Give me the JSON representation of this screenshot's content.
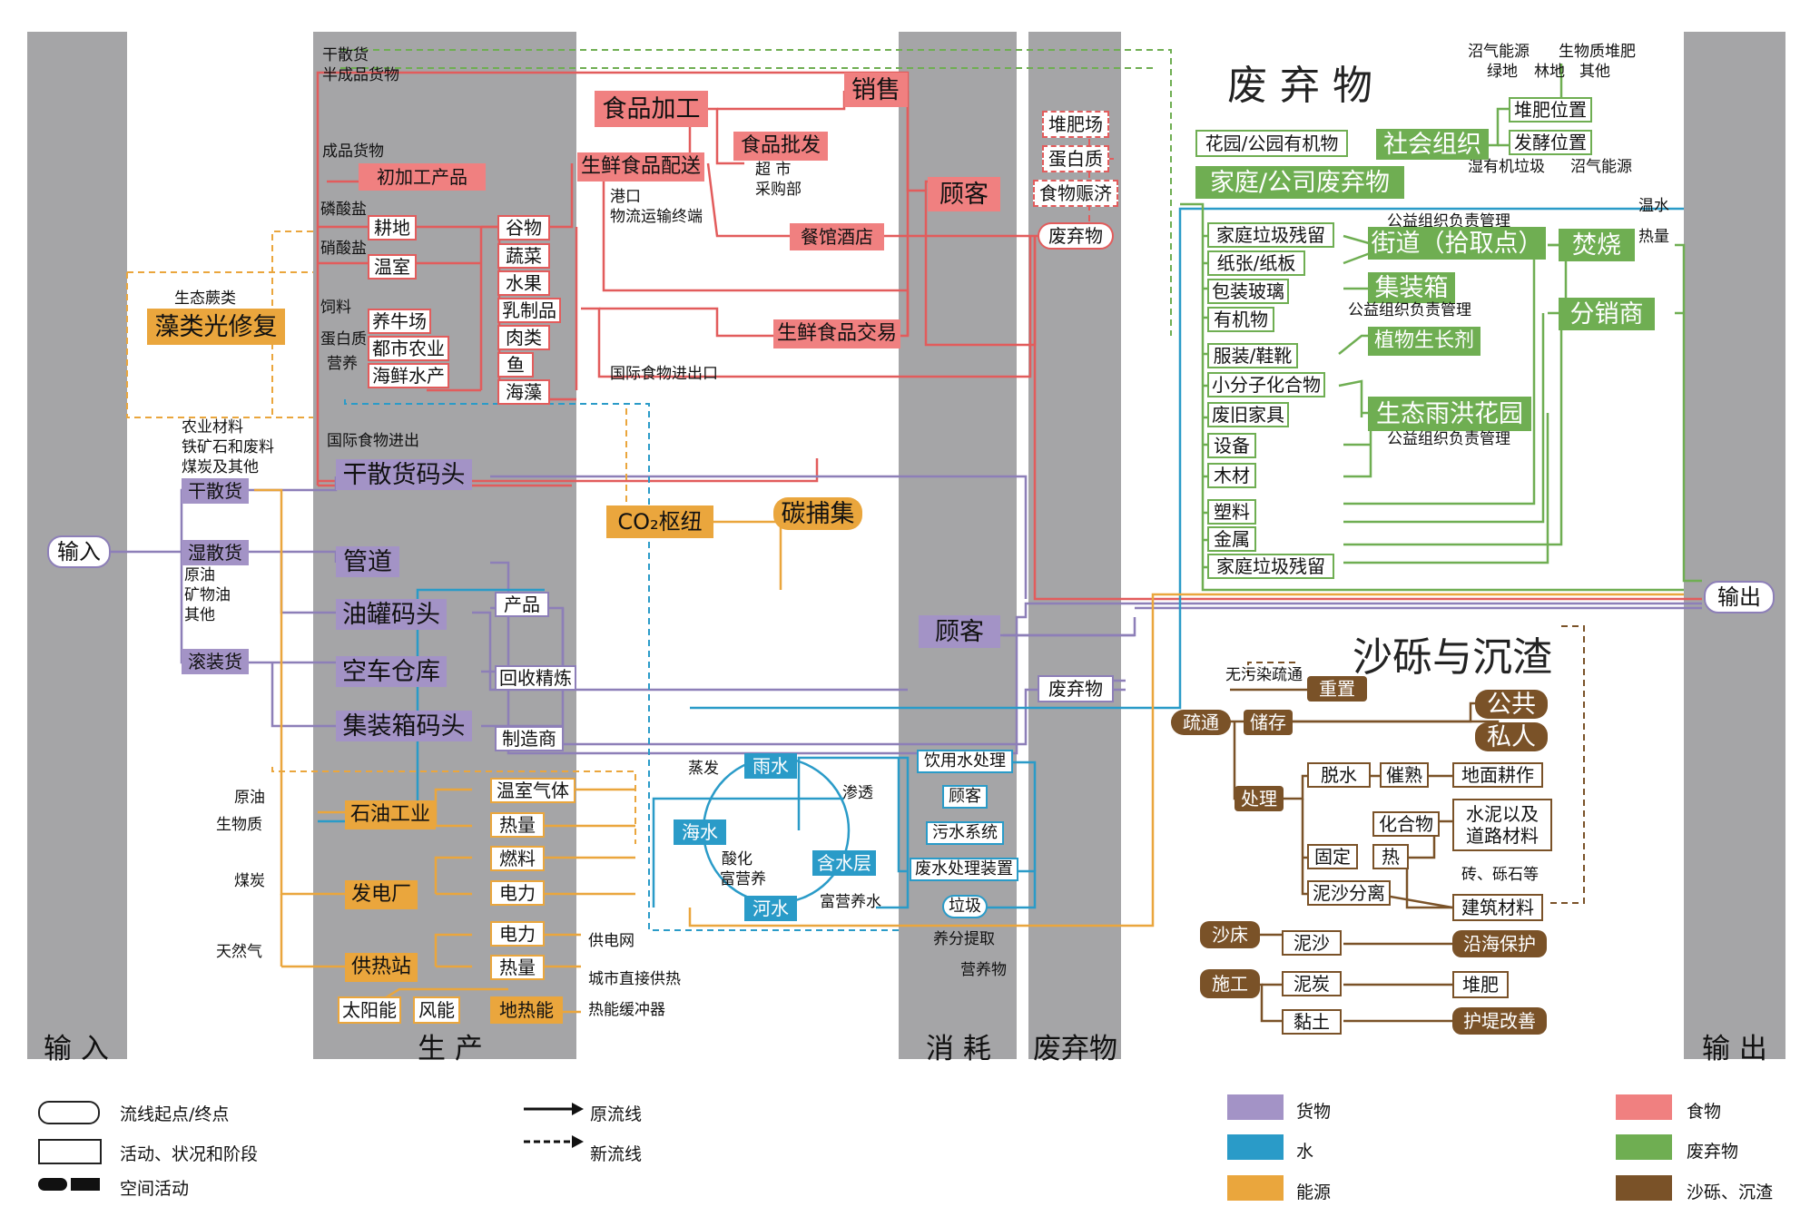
{
  "sections": {
    "input": "输 入",
    "production": "生 产",
    "consumption": "消 耗",
    "waste": "废弃物",
    "output": "输 出"
  },
  "titles": {
    "waste": "废 弃 物",
    "sediment": "沙砾与沉渣"
  },
  "io": {
    "input": "输入",
    "output": "输出"
  },
  "food": {
    "algae": "藻类光修复",
    "algae_label": "生态蕨类",
    "food_processing": "食品加工",
    "sales": "销售",
    "fresh_distribution": "生鲜食品配送",
    "food_wholesale": "食品批发",
    "supermarket": "超  市",
    "purchasing": "采购部",
    "port": "港口",
    "logistics": "物流运输终端",
    "restaurant": "餐馆酒店",
    "fresh_trade": "生鲜食品交易",
    "customer": "顾客",
    "intl_food": "国际食物进出口",
    "primary_products": "初加工产品",
    "bulk_dry": "干散货",
    "semi_finished": "半成品货物",
    "finished": "成品货物",
    "phosphate": "磷酸盐",
    "nitrate": "硝酸盐",
    "feed": "饲料",
    "protein": "蛋白质",
    "nutrition": "营养",
    "farmland": "耕地",
    "greenhouse": "温室",
    "livestock": "养牛场",
    "urban_ag": "都市农业",
    "seafood": "海鲜水产",
    "grain": "谷物",
    "vegetables": "蔬菜",
    "fruit": "水果",
    "dairy": "乳制品",
    "meat": "肉类",
    "fish": "鱼",
    "seaweed": "海藻",
    "compost_site": "堆肥场",
    "protein_node": "蛋白质",
    "food_aid": "食物赈济",
    "waste": "废弃物"
  },
  "goods": {
    "dry_bulk": "干散货",
    "wet_bulk": "湿散货",
    "roro": "滚装货",
    "dry_bulk_dock": "干散货码头",
    "pipeline": "管道",
    "tank_dock": "油罐码头",
    "empty_container": "空车仓库",
    "container_dock": "集装箱码头",
    "products": "产品",
    "recycle_refine": "回收精炼",
    "manufacturer": "制造商",
    "customer": "顾客",
    "waste": "废弃物",
    "intl_food_io": "国际食物进出",
    "ag_materials": "农业材料",
    "iron_ore": "铁矿石和废料",
    "coal_other": "煤炭及其他",
    "crude": "原油",
    "mineral_oil": "矿物油",
    "other": "其他"
  },
  "energy": {
    "co2_hub": "CO₂枢纽",
    "carbon_capture": "碳捕集",
    "petro": "石油工业",
    "power_plant": "发电厂",
    "heating": "供热站",
    "solar": "太阳能",
    "wind": "风能",
    "geothermal": "地热能",
    "gh_gas": "温室气体",
    "heat1": "热量",
    "fuel": "燃料",
    "electricity1": "电力",
    "electricity2": "电力",
    "heat2": "热量",
    "grid": "供电网",
    "city_heat": "城市直接供热",
    "heat_buffer": "热能缓冲器",
    "crude": "原油",
    "biomass": "生物质",
    "coal": "煤炭",
    "natgas": "天然气"
  },
  "water": {
    "rain": "雨水",
    "sea": "海水",
    "aquifer": "含水层",
    "river": "河水",
    "evaporation": "蒸发",
    "infiltration": "渗透",
    "acidify": "酸化",
    "eutro1": "富营养",
    "eutro2": "富营养水",
    "drinking": "饮用水处理",
    "customer": "顾客",
    "sewage": "污水系统",
    "wastewater": "废水处理装置",
    "garbage": "垃圾",
    "nutrient_extract": "养分提取",
    "nutrition_material": "营养物"
  },
  "waste_green": {
    "garden": "花园/公园有机物",
    "social_org": "社会组织",
    "household": "家庭/公司废弃物",
    "compost": "堆肥位置",
    "ferment": "发酵位置",
    "biogas1": "沼气能源",
    "bio_fert": "生物质堆肥",
    "green_land": "绿地",
    "forest": "林地",
    "other": "其他",
    "wet_organic": "湿有机垃圾",
    "biogas2": "沼气能源",
    "hh_residual1": "家庭垃圾残留",
    "paper": "纸张/纸板",
    "glass": "包装玻璃",
    "organic": "有机物",
    "clothing": "服装/鞋靴",
    "small_mol": "小分子化合物",
    "furniture": "废旧家具",
    "equipment": "设备",
    "wood": "木材",
    "plastic": "塑料",
    "metal": "金属",
    "hh_residual2": "家庭垃圾残留",
    "street": "街道（拾取点）",
    "container": "集装箱",
    "plant_growth": "植物生长剂",
    "rain_garden": "生态雨洪花园",
    "incinerate": "焚烧",
    "distributor": "分销商",
    "public_welfare1": "公益组织负责管理",
    "public_welfare2": "公益组织负责管理",
    "public_welfare3": "公益组织负责管理",
    "warm_water": "温水",
    "heat": "热量"
  },
  "sediment": {
    "clean_dredge": "无污染疏通",
    "reset": "重置",
    "dredge": "疏通",
    "storage": "储存",
    "public": "公共",
    "private": "私人",
    "process": "处理",
    "dewater": "脱水",
    "ripen": "催熟",
    "ground_farming": "地面耕作",
    "compound": "化合物",
    "cement": "水泥以及",
    "road": "道路材料",
    "fix": "固定",
    "heat": "热",
    "brick": "砖、砾石等",
    "sludge_sep": "泥沙分离",
    "building": "建筑材料",
    "sandbed": "沙床",
    "mud": "泥沙",
    "coast": "沿海保护",
    "construction": "施工",
    "peat": "泥炭",
    "compost": "堆肥",
    "clay": "黏土",
    "dike": "护堤改善"
  },
  "legend": {
    "start_end": "流线起点/终点",
    "activity": "活动、状况和阶段",
    "spatial": "空间活动",
    "original": "原流线",
    "new": "新流线",
    "goods": "货物",
    "water": "水",
    "energy": "能源",
    "food": "食物",
    "waste": "废弃物",
    "sediment": "沙砾、沉渣",
    "colors": {
      "goods": "#a393c6",
      "water": "#2a9bc8",
      "energy": "#eaa63d",
      "food": "#f08080",
      "waste": "#6fae52",
      "sediment": "#7a5228"
    }
  }
}
